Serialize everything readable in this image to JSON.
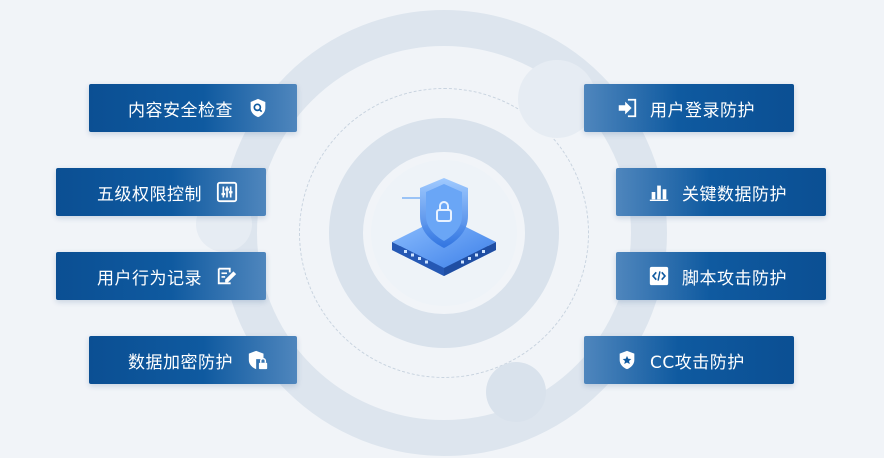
{
  "colors": {
    "card_dark": "#0b4f93",
    "card_light": "#4f86bd",
    "ring": "#dbe3ec",
    "background": "#f1f4f8",
    "shield": "#3d87f0"
  },
  "center": {
    "icon": "shield-lock-server-icon"
  },
  "left_items": [
    {
      "label": "内容安全检查",
      "icon": "shield-search-icon"
    },
    {
      "label": "五级权限控制",
      "icon": "sliders-icon"
    },
    {
      "label": "用户行为记录",
      "icon": "edit-document-icon"
    },
    {
      "label": "数据加密防护",
      "icon": "shield-lock-icon"
    }
  ],
  "right_items": [
    {
      "label": "用户登录防护",
      "icon": "login-arrow-icon"
    },
    {
      "label": "关键数据防护",
      "icon": "bar-chart-icon"
    },
    {
      "label": "脚本攻击防护",
      "icon": "code-icon"
    },
    {
      "label": "CC攻击防护",
      "icon": "star-shield-icon"
    }
  ]
}
